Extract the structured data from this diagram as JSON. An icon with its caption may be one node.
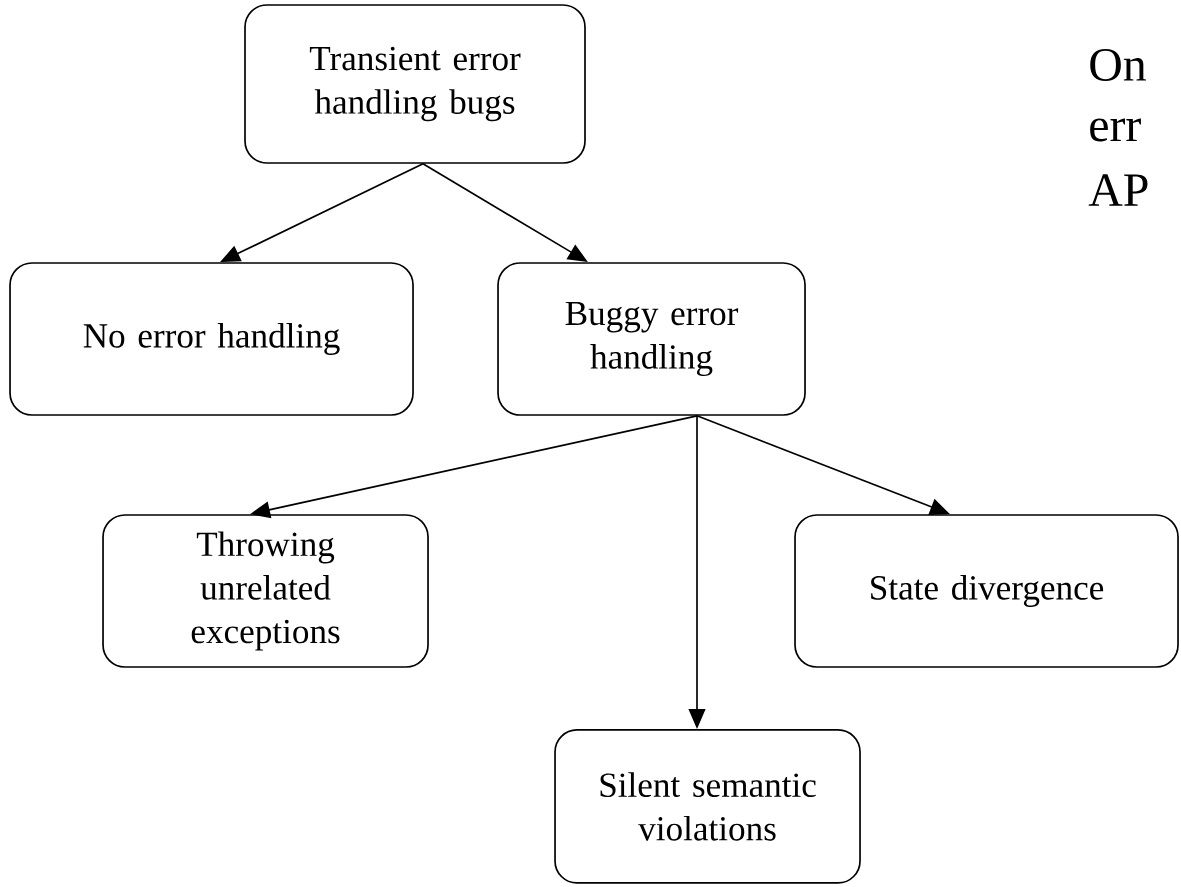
{
  "diagram": {
    "nodes": [
      {
        "text": [
          "Transient error handling bugs"
        ]
      },
      {
        "text": [
          "No error handling"
        ]
      },
      {
        "text": [
          "Buggy error handling"
        ]
      },
      {
        "text": [
          "Throwing unrelated exceptions"
        ]
      },
      {
        "text": [
          "State divergence"
        ]
      },
      {
        "text": [
          "Silent semantic violations"
        ]
      }
    ],
    "edges": [
      {
        "from": 0,
        "to": 1,
        "arrow": "to"
      },
      {
        "from": 0,
        "to": 2,
        "arrow": "to"
      },
      {
        "from": 2,
        "to": 3,
        "arrow": "to"
      },
      {
        "from": 2,
        "to": 5,
        "arrow": "to"
      },
      {
        "from": 2,
        "to": 4,
        "arrow": "to"
      }
    ],
    "labels": [
      "On",
      "err",
      "AP"
    ]
  }
}
